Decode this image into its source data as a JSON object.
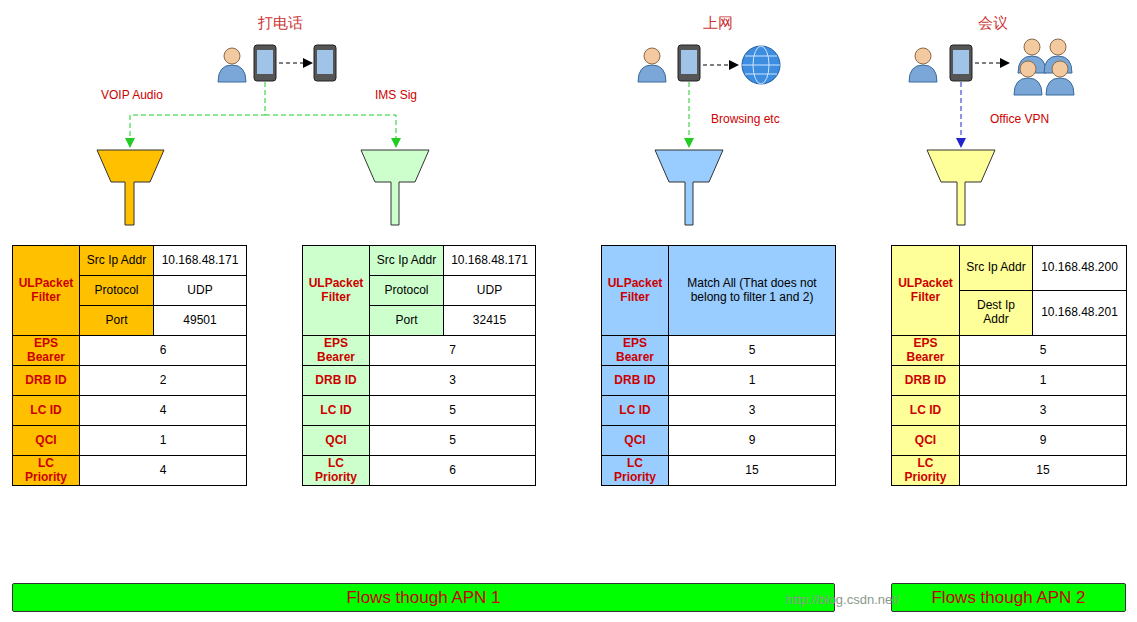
{
  "diagram": {
    "nodes": [
      {
        "text": [
          "Flows though APN 1"
        ]
      },
      {
        "text": [
          "Flows though APN 2"
        ]
      }
    ],
    "labels": [
      "打电话",
      "上网",
      "会议",
      "VOIP Audio",
      "IMS Sig",
      "Browsing etc",
      "Office VPN",
      "ULPacket Filter",
      "Src Ip Addr",
      "10.168.48.171",
      "Protocol",
      "UDP",
      "Port",
      "49501",
      "EPS Bearer",
      "6",
      "DRB ID",
      "2",
      "LC ID",
      "4",
      "QCI",
      "1",
      "LC Priority",
      "4",
      "ULPacket Filter",
      "Src Ip Addr",
      "10.168.48.171",
      "Protocol",
      "UDP",
      "Port",
      "32415",
      "EPS Bearer",
      "7",
      "DRB ID",
      "3",
      "LC ID",
      "5",
      "QCI",
      "5",
      "LC Priority",
      "6",
      "ULPacket Filter",
      "Match All (That does not belong to filter 1 and 2)",
      "EPS Bearer",
      "5",
      "DRB ID",
      "1",
      "LC ID",
      "3",
      "QCI",
      "9",
      "LC Priority",
      "15",
      "ULPacket Filter",
      "Src Ip Addr",
      "10.168.48.200",
      "Dest Ip Addr",
      "10.168.48.201",
      "EPS Bearer",
      "5",
      "DRB ID",
      "1",
      "LC ID",
      "3",
      "QCI",
      "9",
      "LC Priority",
      "15",
      "http://blog.csdn.net/"
    ]
  }
}
